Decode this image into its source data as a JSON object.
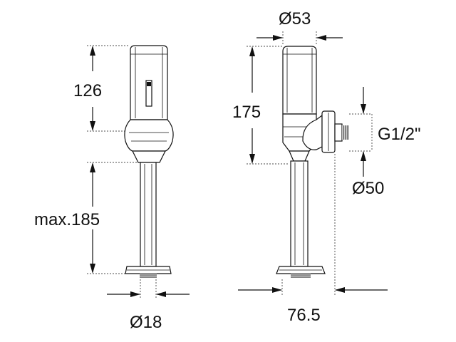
{
  "views": {
    "side": {
      "height_top": "126",
      "height_pipe": "max.185",
      "pipe_dia": "Ø18"
    },
    "front": {
      "body_dia": "Ø53",
      "height": "175",
      "thread": "G1/2\"",
      "inlet_dia": "Ø50",
      "depth": "76.5"
    }
  }
}
